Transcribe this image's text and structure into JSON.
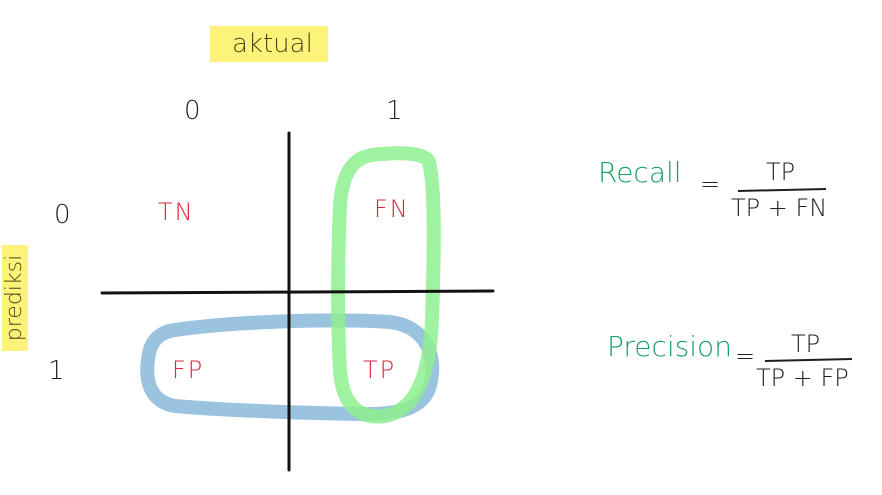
{
  "axes": {
    "actual_label": "aktual",
    "predicted_label": "prediksi",
    "col_values": [
      "0",
      "1"
    ],
    "row_values": [
      "0",
      "1"
    ]
  },
  "cells": {
    "tn": "TN",
    "fn": "FN",
    "fp": "FP",
    "tp": "TP"
  },
  "recall": {
    "name": "Recall",
    "equals": "=",
    "numerator": "TP",
    "denominator": "TP + FN"
  },
  "precision": {
    "name": "Precision",
    "equals": "=",
    "numerator": "TP",
    "denominator": "TP + FP"
  },
  "colors": {
    "recall_highlight": "#8ef08e",
    "precision_highlight": "#8fbcdc",
    "cell_text": "#e0243c",
    "formula_name": "#1a9e63",
    "label_highlight": "#fdf37a"
  }
}
